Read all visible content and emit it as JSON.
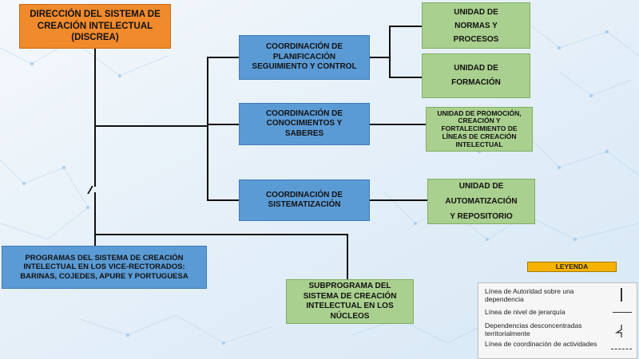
{
  "boxes": {
    "direccion": "DIRECCIÓN DEL SISTEMA DE CREACIÓN INTELECTUAL (DISCREA)",
    "coord_planificacion": "COORDINACIÓN DE PLANIFICACIÓN SEGUIMIENTO Y CONTROL",
    "coord_conocimientos": "COORDINACIÓN DE CONOCIMIENTOS Y SABERES",
    "coord_sistematizacion": "COORDINACIÓN DE SISTEMATIZACIÓN",
    "unidad_normas": "UNIDAD DE NORMAS Y PROCESOS",
    "unidad_formacion": "UNIDAD DE FORMACIÓN",
    "unidad_promocion": "UNIDAD DE PROMOCIÓN, CREACIÓN Y FORTALECIMIENTO DE LÍNEAS DE CREACIÓN INTELECTUAL",
    "unidad_automatizacion": "UNIDAD DE AUTOMATIZACIÓN Y REPOSITORIO",
    "programas": "PROGRAMAS DEL SISTEMA DE CREACIÓN INTELECTUAL EN LOS VICE-RECTORADOS: BARINAS, COJEDES, APURE Y PORTUGUESA",
    "subprograma": "SUBPROGRAMA DEL SISTEMA DE CREACIÓN INTELECTUAL EN LOS NÚCLEOS"
  },
  "legend": {
    "title": "LEYENDA",
    "items": [
      "Línea de Autoridad sobre una dependencia",
      "Línea de nivel de jerarquía",
      "Dependencias desconcentradas territorialmente",
      "Línea de coordinación de actividades"
    ]
  },
  "colors": {
    "direction": "#f08a2c",
    "coordination": "#5b9bd5",
    "unit": "#a9d08e",
    "legend_title": "#f5b300"
  }
}
